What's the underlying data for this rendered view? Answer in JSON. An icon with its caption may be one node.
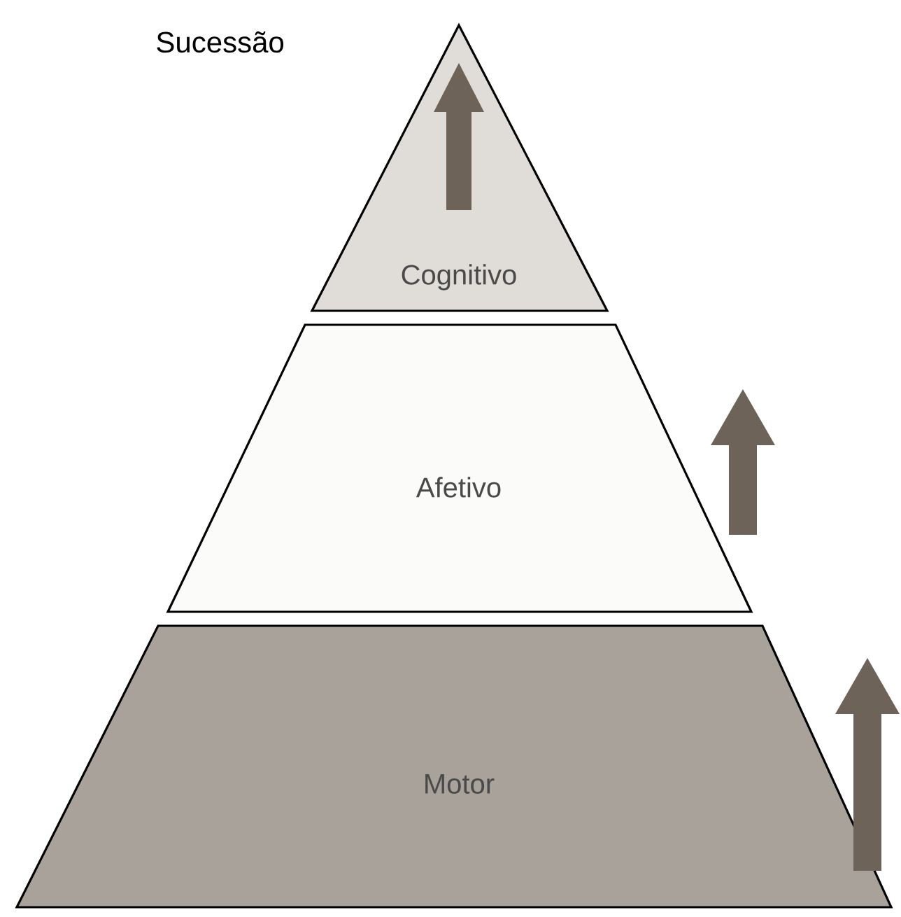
{
  "diagram": {
    "nodes": [
      {
        "text": [
          "Cognitivo"
        ]
      },
      {
        "text": [
          "Afetivo"
        ]
      },
      {
        "text": [
          "Motor"
        ]
      }
    ],
    "labels": [
      "Sucessão"
    ]
  }
}
